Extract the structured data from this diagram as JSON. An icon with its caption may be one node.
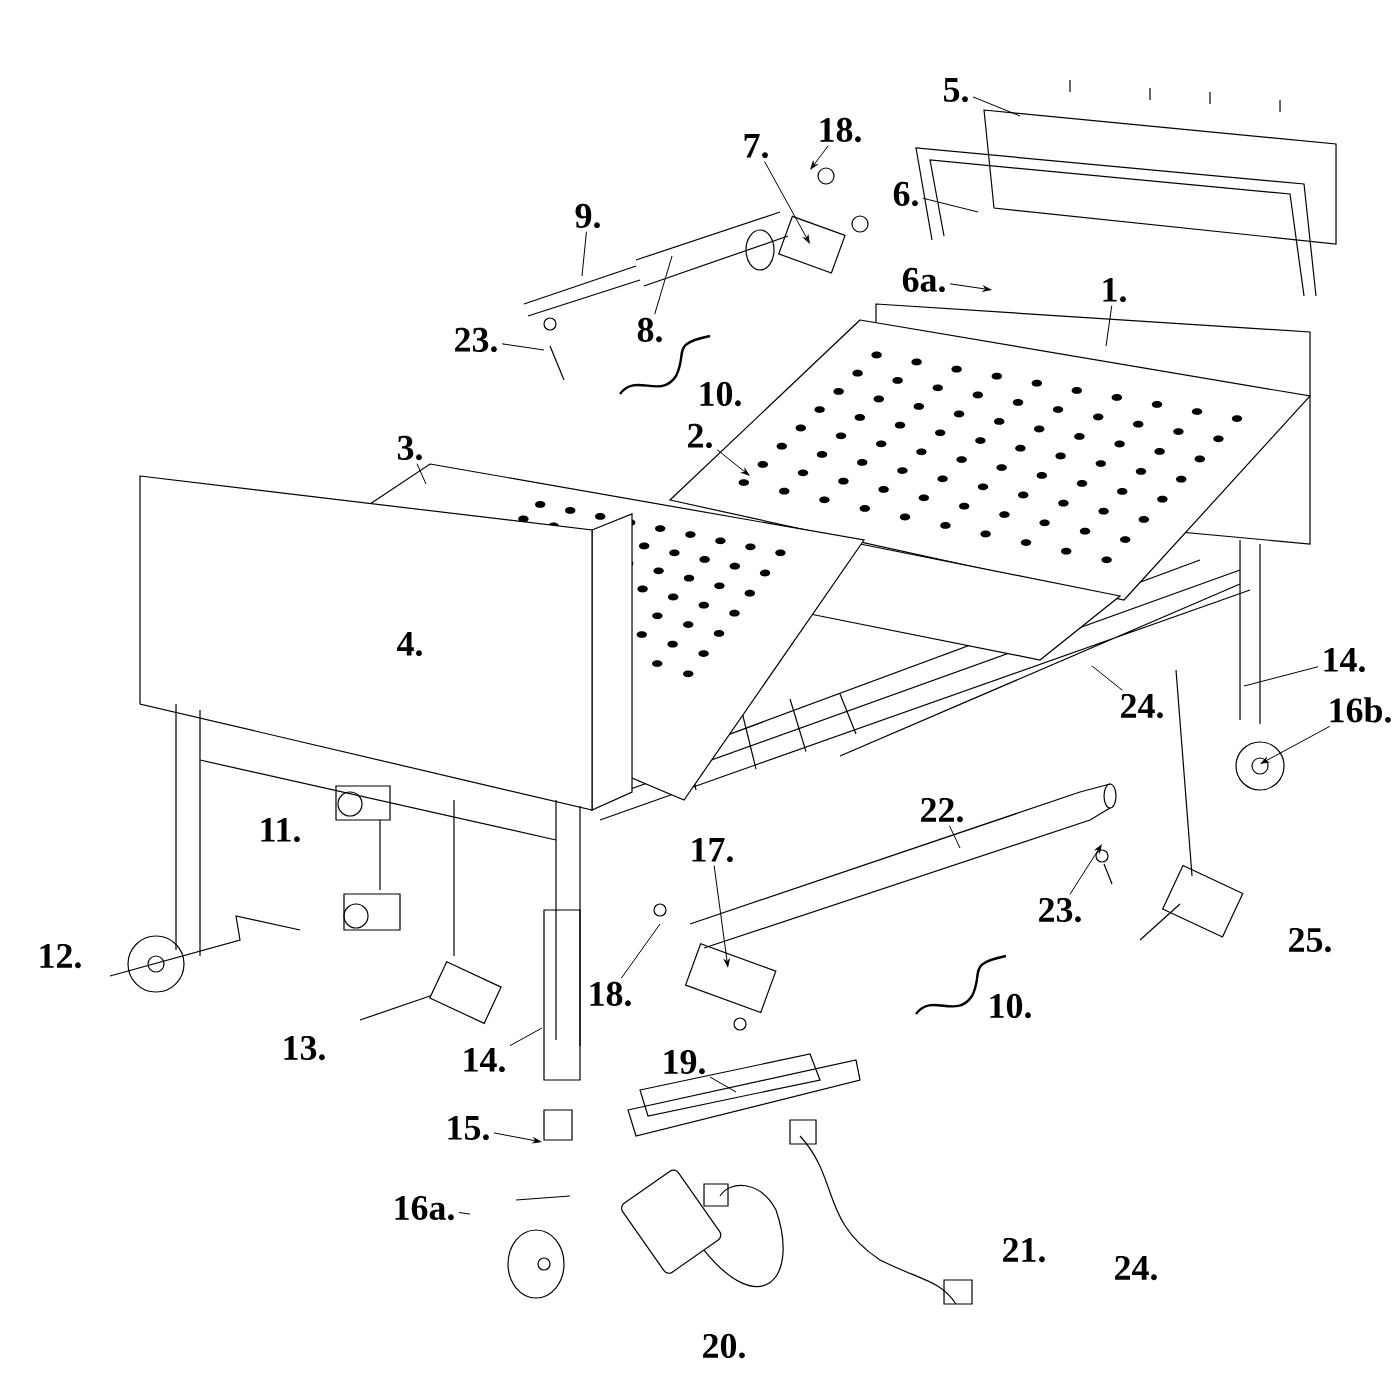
{
  "diagram": {
    "nodes": [
      {
        "text": [
          "5."
        ]
      },
      {
        "text": [
          "18."
        ]
      },
      {
        "text": [
          "7."
        ]
      },
      {
        "text": [
          "6."
        ]
      },
      {
        "text": [
          "9."
        ]
      },
      {
        "text": [
          "6a."
        ]
      },
      {
        "text": [
          "1."
        ]
      },
      {
        "text": [
          "8."
        ]
      },
      {
        "text": [
          "23."
        ]
      },
      {
        "text": [
          "2."
        ]
      },
      {
        "text": [
          "3."
        ]
      },
      {
        "text": [
          "14."
        ]
      },
      {
        "text": [
          "16b."
        ]
      },
      {
        "text": [
          "24."
        ]
      },
      {
        "text": [
          "22."
        ]
      },
      {
        "text": [
          "23."
        ]
      },
      {
        "text": [
          "17."
        ]
      },
      {
        "text": [
          "18."
        ]
      },
      {
        "text": [
          "14."
        ]
      },
      {
        "text": [
          "19."
        ]
      },
      {
        "text": [
          "15."
        ]
      },
      {
        "text": [
          "16a."
        ]
      }
    ],
    "edges": [
      {
        "from": 0,
        "to": null,
        "arrow": "none"
      },
      {
        "from": 1,
        "to": null,
        "arrow": "to"
      },
      {
        "from": 2,
        "to": null,
        "arrow": "to"
      },
      {
        "from": 3,
        "to": null,
        "arrow": "none"
      },
      {
        "from": 4,
        "to": null,
        "arrow": "none"
      },
      {
        "from": 5,
        "to": null,
        "arrow": "to"
      },
      {
        "from": 6,
        "to": null,
        "arrow": "none"
      },
      {
        "from": 7,
        "to": null,
        "arrow": "none"
      },
      {
        "from": 8,
        "to": null,
        "arrow": "none"
      },
      {
        "from": 9,
        "to": null,
        "arrow": "to"
      },
      {
        "from": 10,
        "to": null,
        "arrow": "none"
      },
      {
        "from": 11,
        "to": null,
        "arrow": "none"
      },
      {
        "from": 12,
        "to": null,
        "arrow": "to"
      },
      {
        "from": 13,
        "to": null,
        "arrow": "none"
      },
      {
        "from": 14,
        "to": null,
        "arrow": "none"
      },
      {
        "from": 15,
        "to": null,
        "arrow": "to"
      },
      {
        "from": 16,
        "to": null,
        "arrow": "to"
      },
      {
        "from": 17,
        "to": null,
        "arrow": "none"
      },
      {
        "from": 18,
        "to": null,
        "arrow": "none"
      },
      {
        "from": 19,
        "to": null,
        "arrow": "none"
      },
      {
        "from": 20,
        "to": null,
        "arrow": "to"
      },
      {
        "from": 21,
        "to": null,
        "arrow": "none"
      }
    ],
    "labels": [
      "10.",
      "4.",
      "11.",
      "12.",
      "13.",
      "10.",
      "25.",
      "21.",
      "24.",
      "20."
    ]
  }
}
